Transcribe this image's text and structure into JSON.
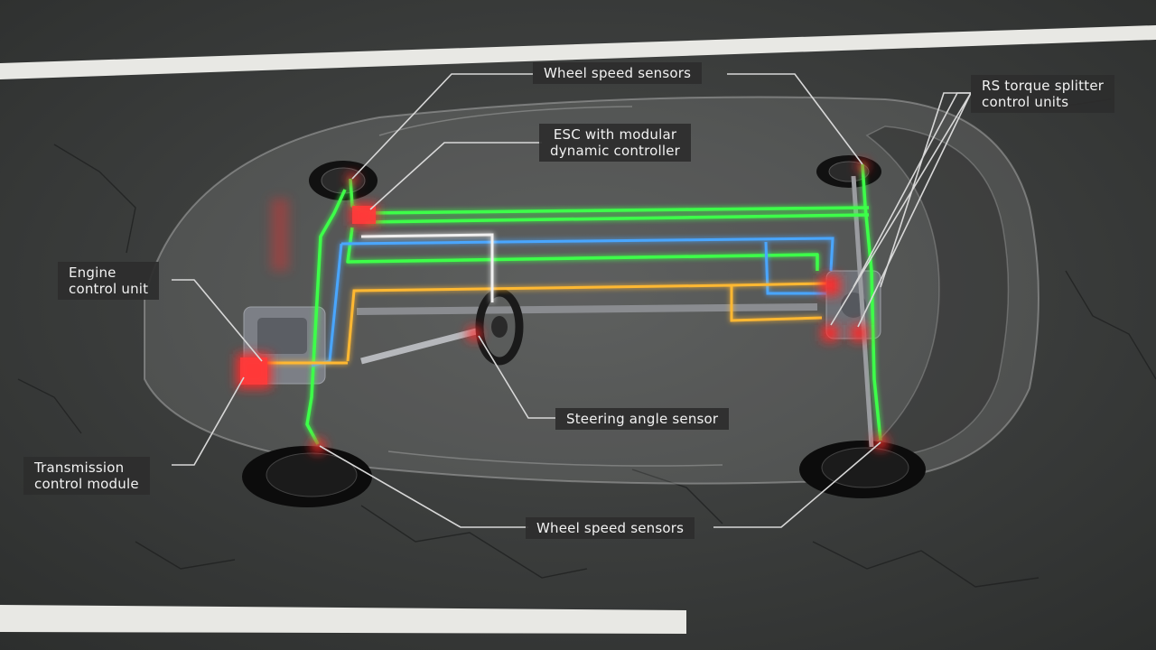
{
  "labels": {
    "wheel_speed_top": "Wheel speed sensors",
    "esc": "ESC with modular\ndynamic controller",
    "torque_splitter": "RS torque splitter\ncontrol units",
    "engine": "Engine\ncontrol unit",
    "transmission": "Transmission\ncontrol module",
    "steering": "Steering angle sensor",
    "wheel_speed_bottom": "Wheel speed sensors"
  },
  "colors": {
    "road": "#3a3c3b",
    "road_marking": "#e8e8e4",
    "can_bus_green": "#3dff4a",
    "can_bus_blue": "#4aa6ff",
    "can_bus_yellow": "#ffb830",
    "can_bus_white": "#f0f0f0",
    "control_unit_red": "#ff2a2a",
    "leader_line": "#d8d8d8"
  }
}
